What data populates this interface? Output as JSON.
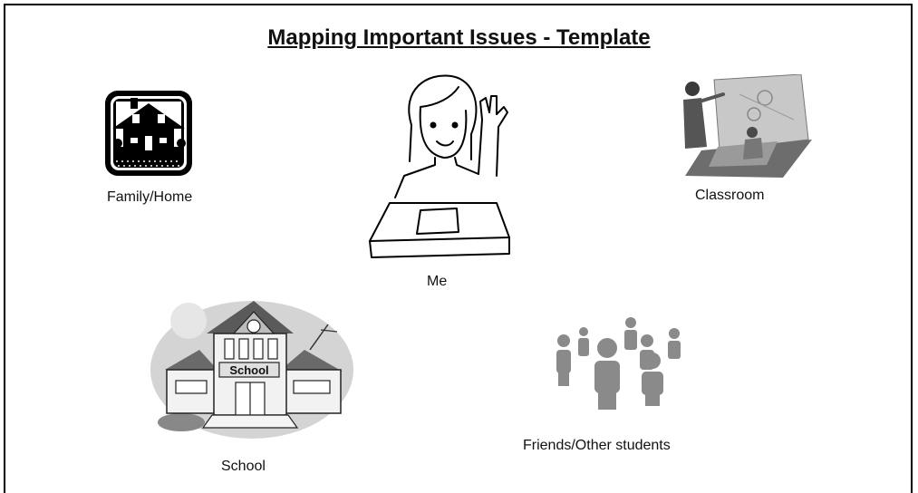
{
  "title": "Mapping Important Issues - Template",
  "labels": {
    "family": "Family/Home",
    "me": "Me",
    "classroom": "Classroom",
    "school": "School",
    "friends": "Friends/Other students"
  },
  "school_sign": "School"
}
